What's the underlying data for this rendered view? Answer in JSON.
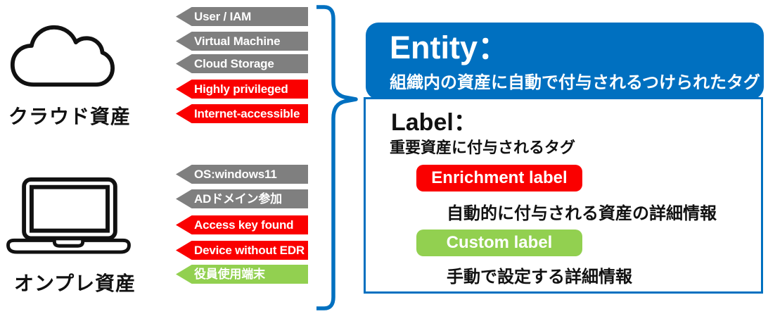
{
  "assets": [
    {
      "label": "クラウド資産",
      "icon": "cloud"
    },
    {
      "label": "オンプレ資産",
      "icon": "laptop"
    }
  ],
  "tags": [
    {
      "text": "User / IAM",
      "color": "gray"
    },
    {
      "text": "Virtual Machine",
      "color": "gray"
    },
    {
      "text": "Cloud Storage",
      "color": "gray"
    },
    {
      "text": "Highly privileged",
      "color": "red"
    },
    {
      "text": "Internet-accessible",
      "color": "red"
    },
    {
      "text": "OS:windows11",
      "color": "gray"
    },
    {
      "text": "ADドメイン参加",
      "color": "gray"
    },
    {
      "text": "Access key found",
      "color": "red"
    },
    {
      "text": "Device without EDR",
      "color": "red"
    },
    {
      "text": "役員使用端末",
      "color": "green"
    }
  ],
  "panel": {
    "entity_title": "Entity：",
    "entity_subtitle": "組織内の資産に自動で付与されるつけられたタグ",
    "label_title": "Label：",
    "label_subtitle": "重要資産に付与されるタグ",
    "enrichment_label": "Enrichment label",
    "enrichment_desc": "自動的に付与される資産の詳細情報",
    "custom_label": "Custom label",
    "custom_desc": "手動で設定する詳細情報"
  },
  "colors": {
    "accent_blue": "#0070C0",
    "tag_gray": "#7F7F7F",
    "tag_red": "#FA0000",
    "tag_green": "#92D050"
  }
}
